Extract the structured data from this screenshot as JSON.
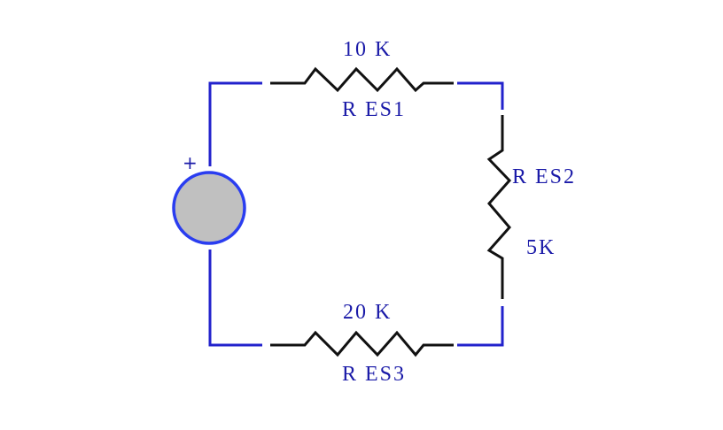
{
  "colors": {
    "wire": "#2222cc",
    "resistor": "#111111",
    "label": "#1a1aa8",
    "source_fill": "#c0c0c0",
    "source_stroke": "#2a3df0",
    "background": "#ffffff"
  },
  "source": {
    "polarity": "+"
  },
  "resistors": [
    {
      "name": "R ES1",
      "value": "10 K"
    },
    {
      "name": "R ES2",
      "value": "5K"
    },
    {
      "name": "R ES3",
      "value": "20 K"
    }
  ]
}
